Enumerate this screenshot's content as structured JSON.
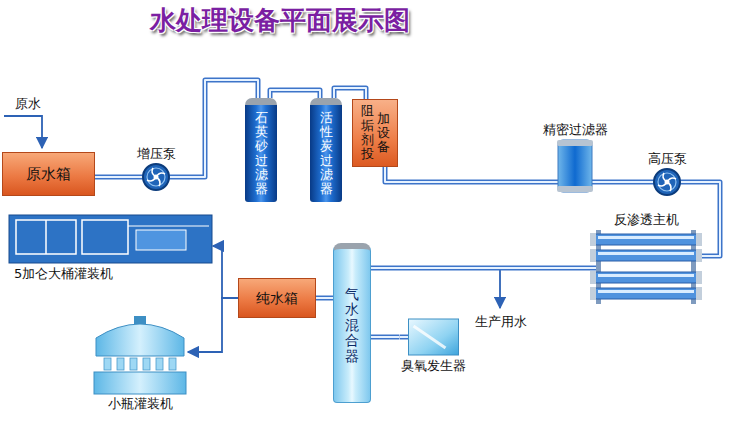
{
  "diagram": {
    "title": "水处理设备平面展示图",
    "nodes": [
      {
        "text": [
          "原水箱"
        ]
      },
      {
        "text": [
          "增压泵"
        ]
      },
      {
        "text": [
          "石英砂过滤器"
        ]
      },
      {
        "text": [
          "活性炭过滤器"
        ]
      },
      {
        "text": [
          "阻垢剂投",
          "加设备"
        ]
      },
      {
        "text": [
          "精密过滤器"
        ]
      },
      {
        "text": [
          "高压泵"
        ]
      },
      {
        "text": [
          "5加仑大桶灌装机"
        ]
      },
      {
        "text": [
          "反渗透主机"
        ]
      },
      {
        "text": [
          "纯水箱"
        ]
      },
      {
        "text": [
          "气水混合器"
        ]
      },
      {
        "text": [
          "臭氧发生器"
        ]
      },
      {
        "text": [
          "小瓶灌装机"
        ]
      }
    ],
    "edges": [
      {
        "from": 0,
        "to": 1,
        "arrow": "none"
      },
      {
        "from": 1,
        "to": 2,
        "arrow": "none"
      },
      {
        "from": 2,
        "to": 3,
        "arrow": "none"
      },
      {
        "from": 3,
        "to": 4,
        "arrow": "none"
      },
      {
        "from": 4,
        "to": 5,
        "arrow": "none"
      },
      {
        "from": 5,
        "to": 6,
        "arrow": "none"
      },
      {
        "from": 6,
        "to": 8,
        "arrow": "none"
      },
      {
        "from": 8,
        "to": 10,
        "arrow": "none"
      },
      {
        "from": 10,
        "to": 9,
        "arrow": "none"
      },
      {
        "from": 11,
        "to": 10,
        "arrow": "none"
      },
      {
        "from": 9,
        "to": 7,
        "arrow": "to"
      },
      {
        "from": 9,
        "to": 12,
        "arrow": "to"
      }
    ],
    "labels": [
      "原水",
      "生产用水"
    ]
  }
}
